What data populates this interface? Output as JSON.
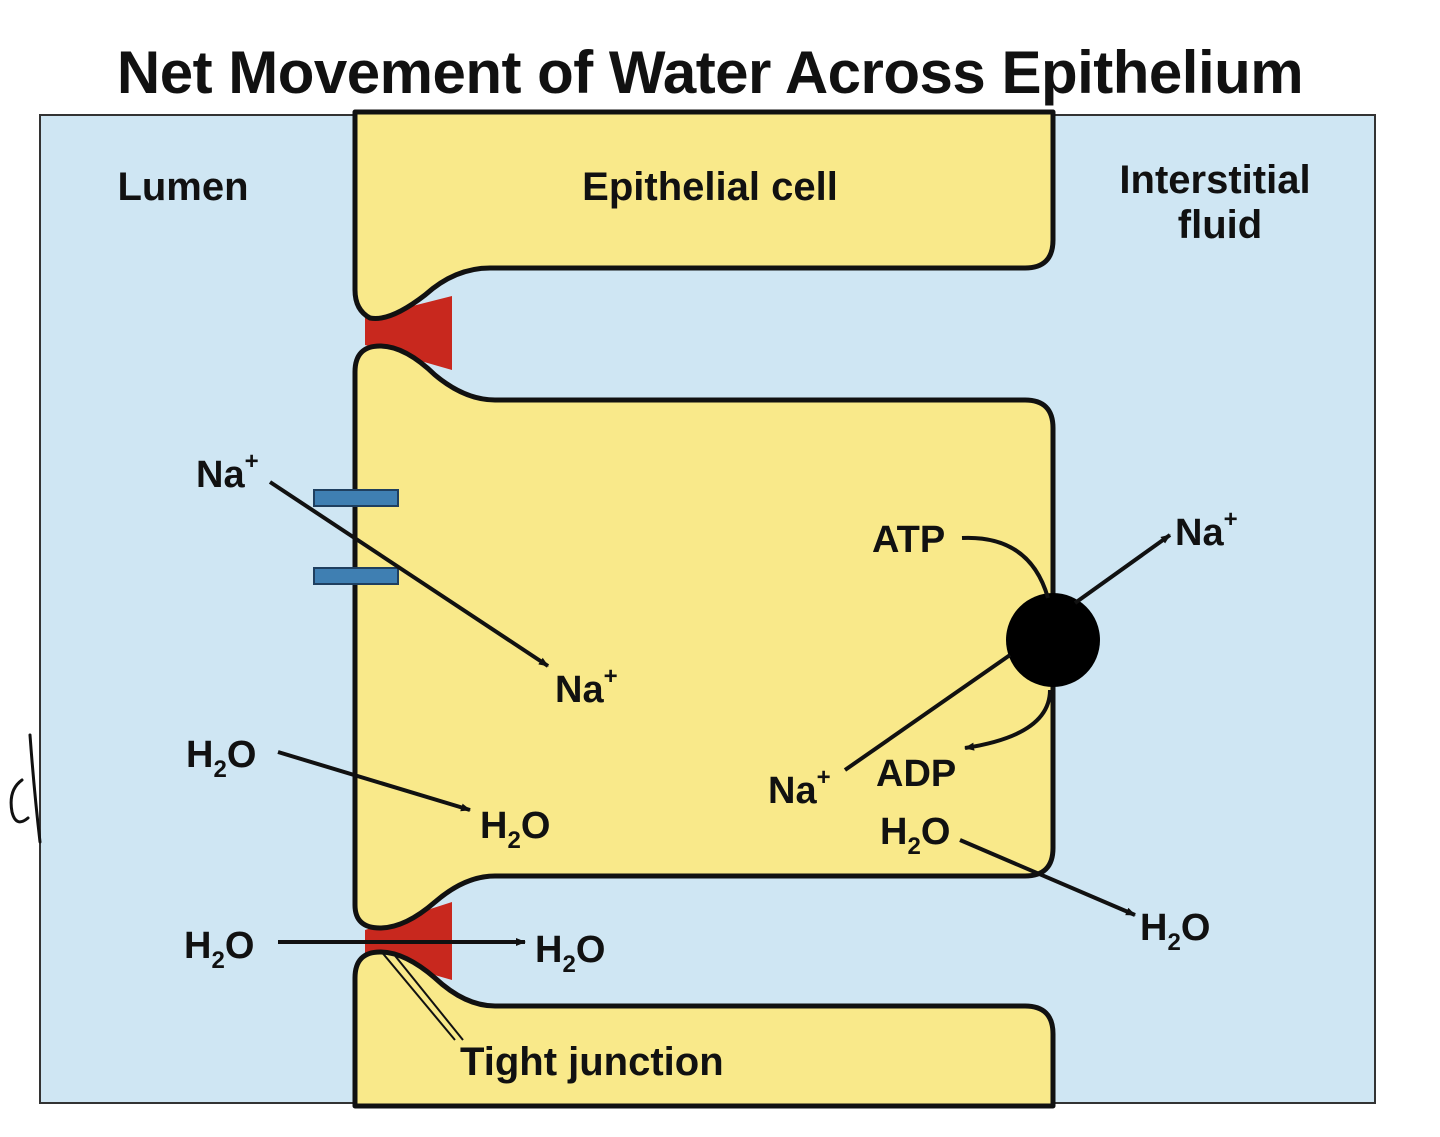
{
  "title": "Net Movement of Water Across Epithelium",
  "regions": {
    "lumen": "Lumen",
    "cell": "Epithelial cell",
    "interstitial_line1": "Interstitial",
    "interstitial_line2": "fluid"
  },
  "labels": {
    "na_lumen": "Na",
    "na_cell": "Na",
    "na_interstitial": "Na",
    "na_inner": "Na",
    "plus": "+",
    "atp": "ATP",
    "adp": "ADP",
    "h2o_h": "H",
    "h2o_2": "2",
    "h2o_o": "O",
    "tight_junction": "Tight junction"
  },
  "colors": {
    "lumen_fluid": "#cfe6f3",
    "cell": "#f9e98a",
    "tight_junction": "#c8281e",
    "channel": "#3f7fb2",
    "pump": "#000000",
    "outline": "#111111"
  }
}
